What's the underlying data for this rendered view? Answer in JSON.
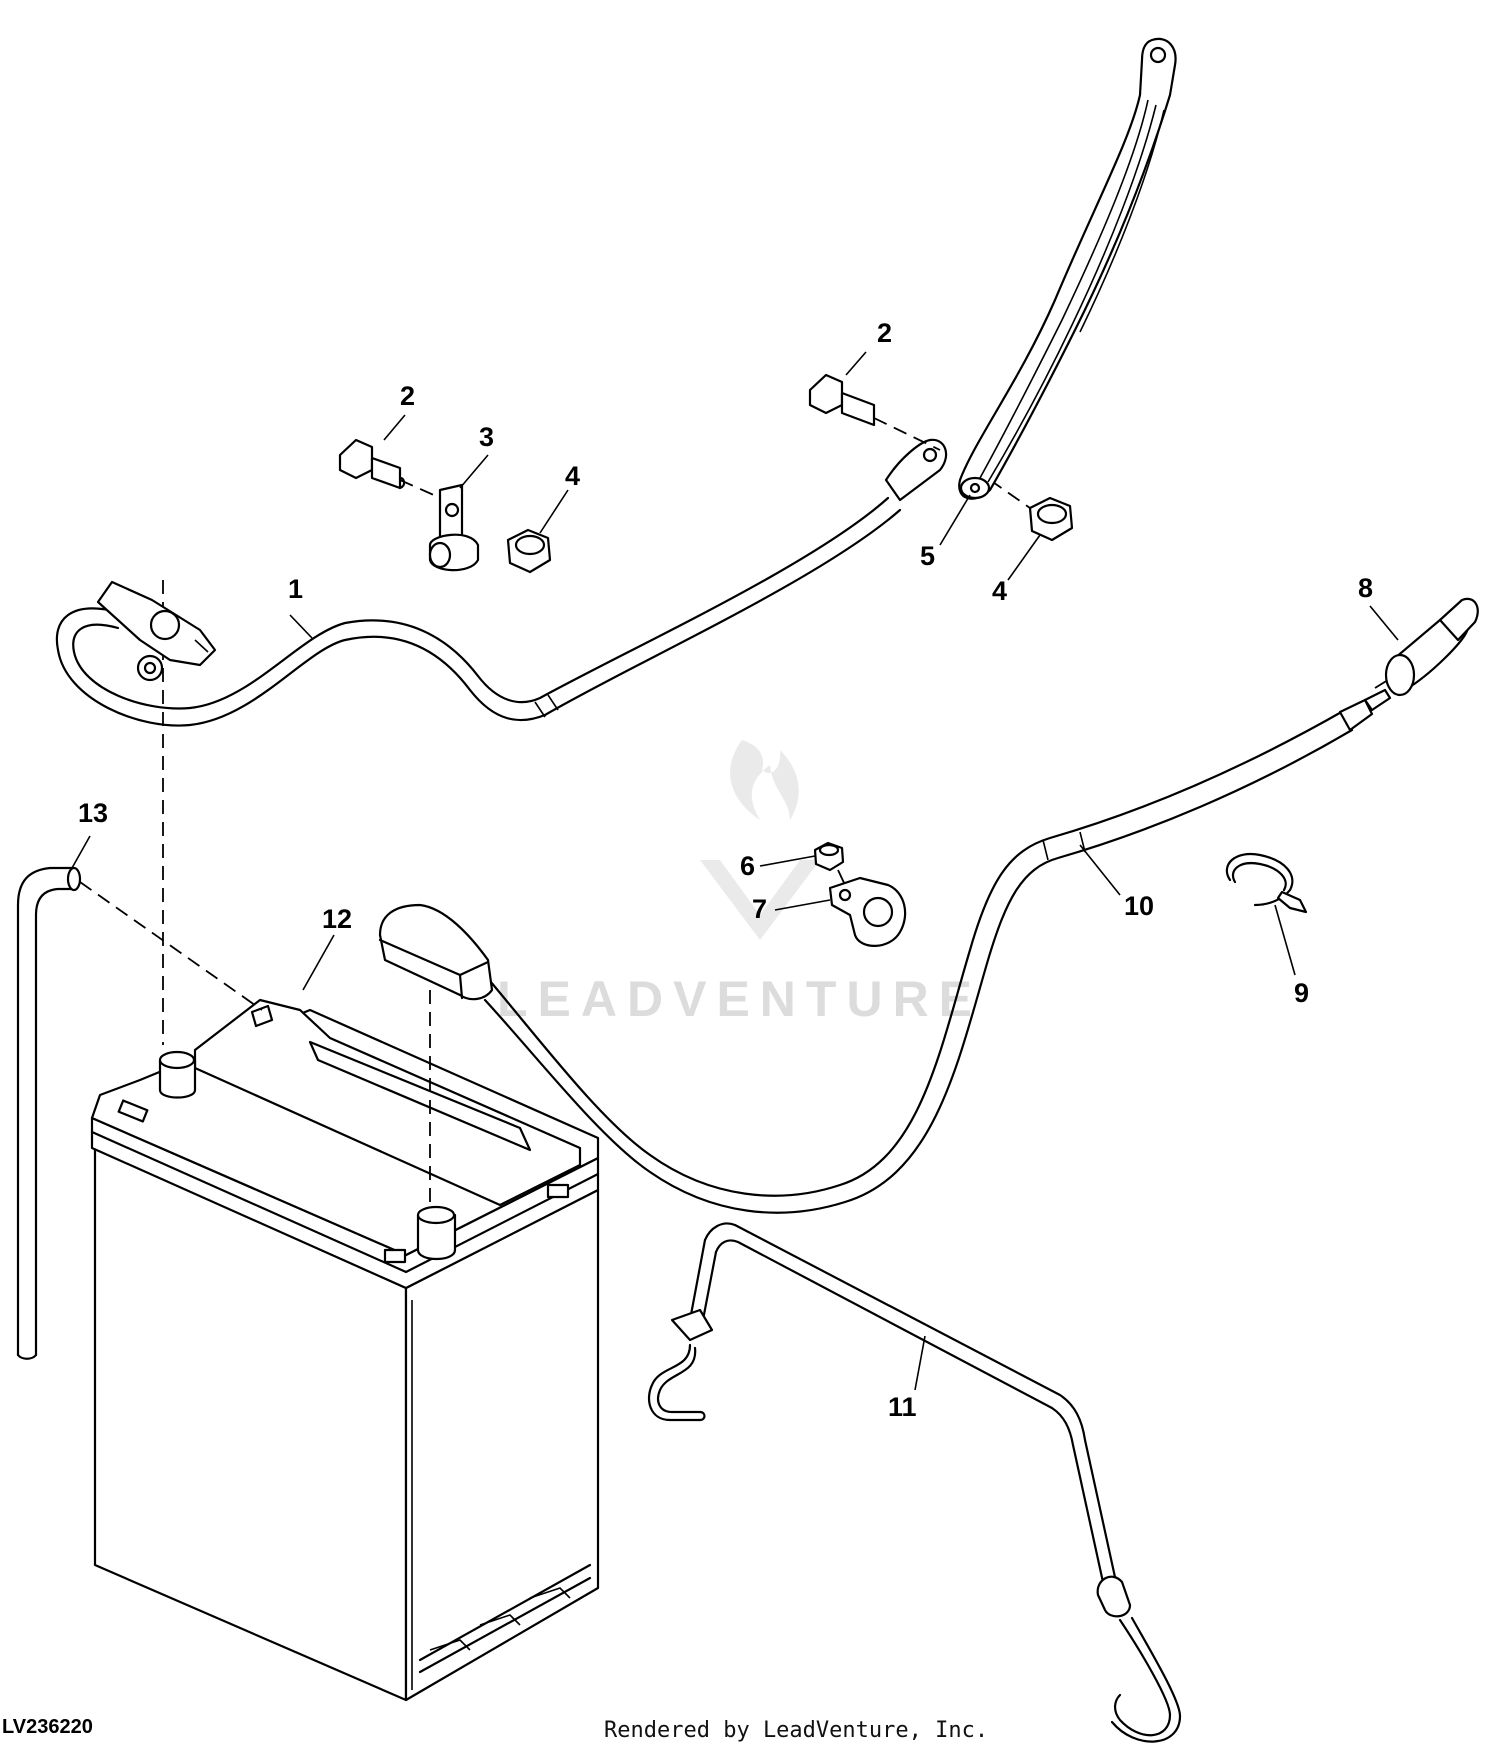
{
  "figure_id": "LV236220",
  "credit": "Rendered by LeadVenture, Inc.",
  "watermark": "LEADVENTURE",
  "callouts": [
    {
      "id": "c1",
      "label": "1"
    },
    {
      "id": "c2a",
      "label": "2"
    },
    {
      "id": "c2b",
      "label": "2"
    },
    {
      "id": "c3",
      "label": "3"
    },
    {
      "id": "c4a",
      "label": "4"
    },
    {
      "id": "c4b",
      "label": "4"
    },
    {
      "id": "c5",
      "label": "5"
    },
    {
      "id": "c6",
      "label": "6"
    },
    {
      "id": "c7",
      "label": "7"
    },
    {
      "id": "c8",
      "label": "8"
    },
    {
      "id": "c9",
      "label": "9"
    },
    {
      "id": "c10",
      "label": "10"
    },
    {
      "id": "c11",
      "label": "11"
    },
    {
      "id": "c12",
      "label": "12"
    },
    {
      "id": "c13",
      "label": "13"
    }
  ]
}
